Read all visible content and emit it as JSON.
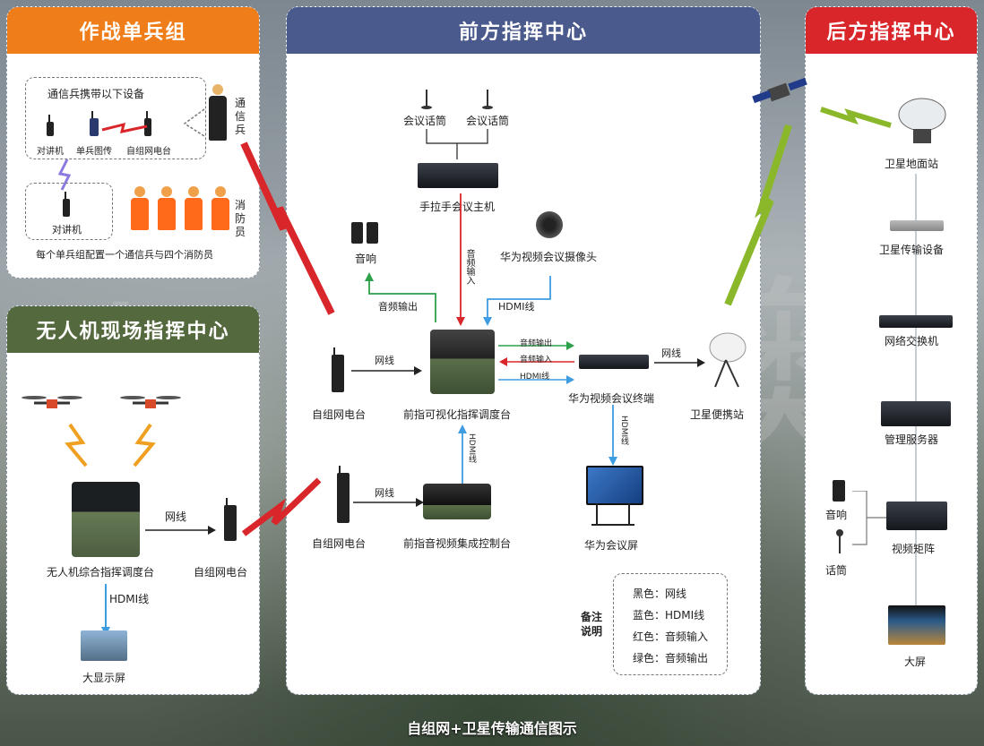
{
  "diagram_title": "自组网+卫星传输通信图示",
  "colors": {
    "orange": "#ef7d1a",
    "blue": "#4a5a8c",
    "red": "#d9262b",
    "green": "#55693e",
    "arrow_blue": "#3d9de0",
    "arrow_green": "#2fa14a",
    "arrow_red": "#d9262b"
  },
  "squad": {
    "title": "作战单兵组",
    "carry_note": "通信兵携带以下设备",
    "devices": [
      "对讲机",
      "单兵图传",
      "自组网电台"
    ],
    "comm_soldier": "通信兵",
    "walkie": "对讲机",
    "firefighters": "消防员",
    "footer": "每个单兵组配置一个通信兵与四个消防员"
  },
  "drone": {
    "title": "无人机现场指挥中心",
    "link": "网线",
    "console": "无人机综合指挥调度台",
    "radio": "自组网电台",
    "hdmi": "HDMI线",
    "screen": "大显示屏"
  },
  "front": {
    "title": "前方指挥中心",
    "mic1": "会议话筒",
    "mic2": "会议话筒",
    "host": "手拉手会议主机",
    "speaker": "音响",
    "camera": "华为视频会议摄像头",
    "audio_in_v": "音频输入",
    "audio_out": "音频输出",
    "hdmi_top": "HDMI线",
    "radio1": "自组网电台",
    "net1": "网线",
    "console": "前指可视化指挥调度台",
    "m_out": "音频输出",
    "m_in": "音频输入",
    "m_hdmi": "HDMI线",
    "terminal": "华为视频会议终端",
    "net2": "网线",
    "sat": "卫星便携站",
    "hdmi_v1": "HDMI线",
    "hdmi_v2": "HDMI线",
    "radio2": "自组网电台",
    "net3": "网线",
    "av": "前指音视频集成控制台",
    "conf_screen": "华为会议屏",
    "legend_title1": "备注",
    "legend_title2": "说明",
    "legend": [
      "黑色：网线",
      "蓝色：HDMI线",
      "红色：音频输入",
      "绿色：音频输出"
    ]
  },
  "rear": {
    "title": "后方指挥中心",
    "items": [
      "卫星地面站",
      "卫星传输设备",
      "网络交换机",
      "管理服务器",
      "视频矩阵",
      "大屏"
    ],
    "speaker": "音响",
    "mic": "话筒"
  },
  "watermark": "忠远奥"
}
